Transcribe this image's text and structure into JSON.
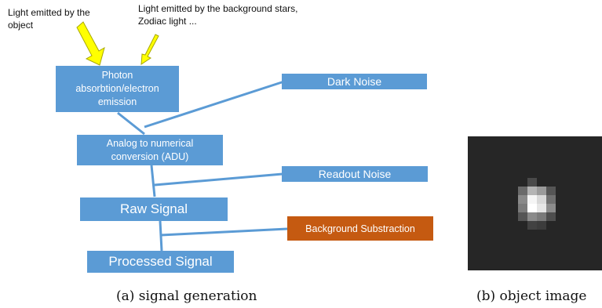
{
  "annotations": {
    "object_light": "Light emitted by the\nobject",
    "background_light": "Light emitted by the background stars,\nZodiac light ..."
  },
  "boxes": {
    "photon": "Photon\nabsorbtion/electron\nemission",
    "adc": "Analog to numerical\nconversion (ADU)",
    "raw": "Raw Signal",
    "processed": "Processed Signal",
    "dark_noise": "Dark Noise",
    "readout_noise": "Readout Noise",
    "background_sub": "Background Substraction"
  },
  "captions": {
    "a": "(a) signal generation",
    "b": "(b) object image"
  },
  "colors": {
    "box": "#5b9bd5",
    "line": "#5b9bd5",
    "orange": "#c55a11",
    "arrow_yellow": "#ffff00",
    "image_bg": "#262626"
  }
}
